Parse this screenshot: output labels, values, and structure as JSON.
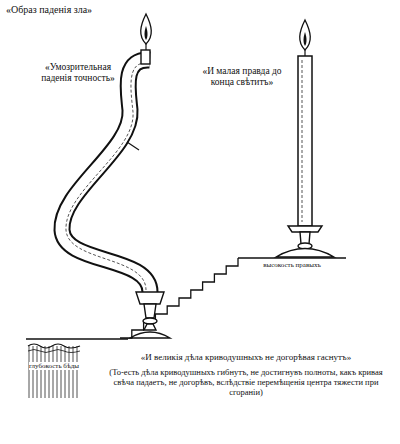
{
  "diagram": {
    "title": "«Образ паденія зла»",
    "labels": [
      "«Умозрительная паденія точность»",
      "«И малая правда до конца свѣтитъ»",
      "высокость правыхъ",
      "глубокость бѣды",
      "«И великія дѣла криводушныхъ не догорѣвая гаснутъ»",
      "(То-есть дѣла криводушныхъ гибнутъ, не достигнувъ полноты, какъ кривая свѣча падаетъ, не догорѣвъ, вслѣдствіе перемѣщенія центра тяжести при сгораніи)"
    ]
  }
}
